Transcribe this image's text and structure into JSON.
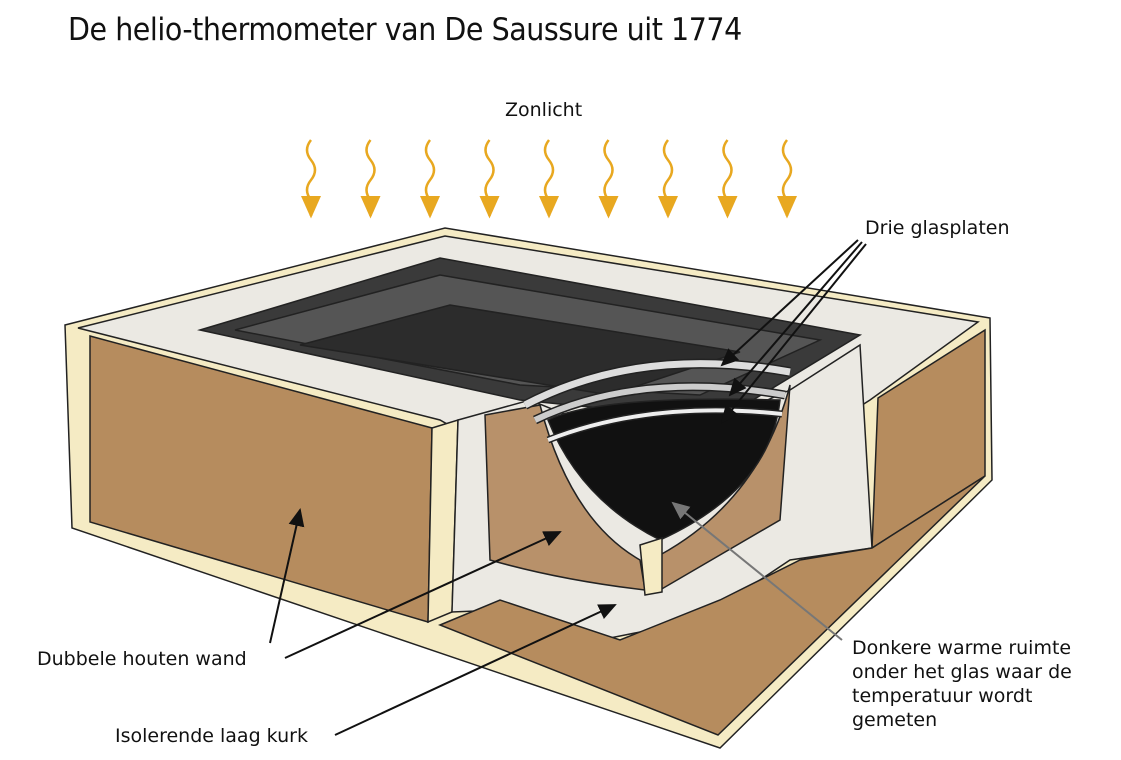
{
  "title": "De helio-thermometer van De Saussure uit 1774",
  "labels": {
    "sunlight": "Zonlicht",
    "glass_plates": "Drie glasplaten",
    "wooden_wall": "Dubbele houten wand",
    "cork_layer": "Isolerende laag kurk",
    "dark_space": [
      "Donkere warme ruimte",
      "onder het glas waar de",
      "temperatuur wordt",
      "gemeten"
    ]
  },
  "colors": {
    "sun_arrow": "#e8a820",
    "wood": "#b68c5e",
    "wood_edge": "#f5ebc4",
    "cork": "#ebe9e3",
    "dark": "#222222"
  }
}
